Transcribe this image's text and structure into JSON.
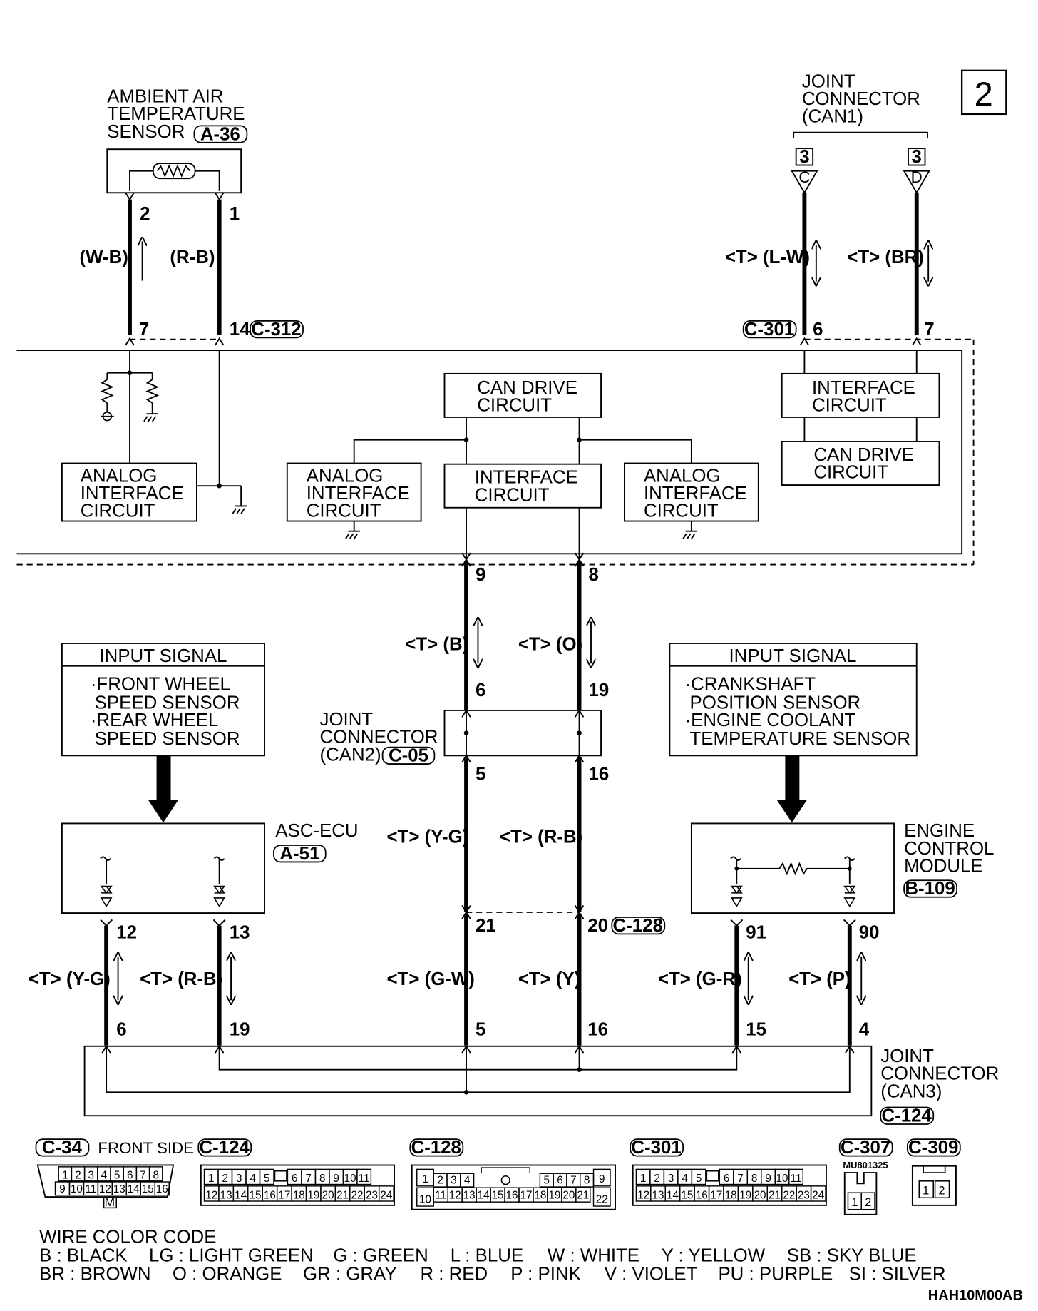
{
  "page_number": "2",
  "drawing_code": "HAH10M00AB",
  "ambient_sensor": {
    "line1": "AMBIENT AIR",
    "line2": "TEMPERATURE",
    "line3": "SENSOR",
    "connector": "A-36",
    "pin_left": "2",
    "pin_right": "1",
    "wire_left": "(W-B)",
    "wire_right": "(R-B)"
  },
  "c312": {
    "pin_left": "7",
    "pin_right": "14",
    "connector": "C-312"
  },
  "can1": {
    "line1": "JOINT",
    "line2": "CONNECTOR",
    "line3": "(CAN1)",
    "marker_left_num": "3",
    "marker_left_letter": "C",
    "marker_right_num": "3",
    "marker_right_letter": "D",
    "wire_left": "<T> (L-W)",
    "wire_right": "<T> (BR)"
  },
  "c301_top": {
    "connector": "C-301",
    "pin_left": "6",
    "pin_right": "7"
  },
  "boxes": {
    "can_drive_center": {
      "line1": "CAN DRIVE",
      "line2": "CIRCUIT"
    },
    "interface_center": {
      "line1": "INTERFACE",
      "line2": "CIRCUIT"
    },
    "interface_right": {
      "line1": "INTERFACE",
      "line2": "CIRCUIT"
    },
    "can_drive_right": {
      "line1": "CAN DRIVE",
      "line2": "CIRCUIT"
    },
    "analog_left": {
      "line1": "ANALOG",
      "line2": "INTERFACE",
      "line3": "CIRCUIT"
    },
    "analog_mid_left": {
      "line1": "ANALOG",
      "line2": "INTERFACE",
      "line3": "CIRCUIT"
    },
    "analog_mid_right": {
      "line1": "ANALOG",
      "line2": "INTERFACE",
      "line3": "CIRCUIT"
    }
  },
  "center_pins": {
    "top_left": "9",
    "top_right": "8",
    "wire_left": "<T> (B)",
    "wire_right": "<T> (O)",
    "can2_top_left": "6",
    "can2_top_right": "19",
    "can2_bot_left": "5",
    "can2_bot_right": "16",
    "wire_mid_left": "<T> (Y-G)",
    "wire_mid_right": "<T> (R-B)",
    "c128_left": "21",
    "c128_right": "20",
    "c128_connector": "C-128",
    "wire_low_left": "<T> (G-W)",
    "wire_low_right": "<T> (Y)",
    "can3_left": "5",
    "can3_right": "16"
  },
  "can2": {
    "line1": "JOINT",
    "line2": "CONNECTOR",
    "line3": "(CAN2)",
    "connector": "C-05"
  },
  "input_left": {
    "header": "INPUT SIGNAL",
    "line1": "·FRONT WHEEL",
    "line2": "SPEED SENSOR",
    "line3": "·REAR WHEEL",
    "line4": "SPEED SENSOR"
  },
  "input_right": {
    "header": "INPUT SIGNAL",
    "line1": "·CRANKSHAFT",
    "line2": "POSITION SENSOR",
    "line3": "·ENGINE COOLANT",
    "line4": "TEMPERATURE SENSOR"
  },
  "asc_ecu": {
    "name": "ASC-ECU",
    "connector": "A-51",
    "pin_left": "12",
    "pin_right": "13",
    "wire_left": "<T> (Y-G)",
    "wire_right": "<T> (R-B)",
    "can3_left": "6",
    "can3_right": "19"
  },
  "ecm": {
    "line1": "ENGINE",
    "line2": "CONTROL",
    "line3": "MODULE",
    "connector": "B-109",
    "pin_left": "91",
    "pin_right": "90",
    "wire_left": "<T> (G-R)",
    "wire_right": "<T> (P)",
    "can3_left": "15",
    "can3_right": "4"
  },
  "can3": {
    "line1": "JOINT",
    "line2": "CONNECTOR",
    "line3": "(CAN3)",
    "connector": "C-124"
  },
  "connector_views": {
    "c34": {
      "label": "C-34",
      "side": "FRONT SIDE",
      "row1": [
        "1",
        "2",
        "3",
        "4",
        "5",
        "6",
        "7",
        "8"
      ],
      "row2": [
        "9",
        "10",
        "11",
        "12",
        "13",
        "14",
        "15",
        "16"
      ],
      "key": "M"
    },
    "c124": {
      "label": "C-124",
      "row1": [
        "1",
        "2",
        "3",
        "4",
        "5",
        "",
        "6",
        "7",
        "8",
        "9",
        "10",
        "11"
      ],
      "row2": [
        "12",
        "13",
        "14",
        "15",
        "16",
        "17",
        "18",
        "19",
        "20",
        "21",
        "22",
        "23",
        "24"
      ]
    },
    "c128": {
      "label": "C-128",
      "row1": [
        "1",
        "2",
        "3",
        "4",
        "",
        "5",
        "6",
        "7",
        "8",
        "9"
      ],
      "row2": [
        "10",
        "11",
        "12",
        "13",
        "14",
        "15",
        "16",
        "17",
        "18",
        "19",
        "20",
        "21",
        "22"
      ]
    },
    "c301": {
      "label": "C-301",
      "row1": [
        "1",
        "2",
        "3",
        "4",
        "5",
        "",
        "6",
        "7",
        "8",
        "9",
        "10",
        "11"
      ],
      "row2": [
        "12",
        "13",
        "14",
        "15",
        "16",
        "17",
        "18",
        "19",
        "20",
        "21",
        "22",
        "23",
        "24"
      ]
    },
    "c307": {
      "label": "C-307",
      "part": "MU801325",
      "pins": [
        "1",
        "2"
      ]
    },
    "c309": {
      "label": "C-309",
      "pins": [
        "1",
        "2"
      ]
    }
  },
  "wire_color_code": {
    "title": "WIRE COLOR CODE",
    "row1": [
      "B : BLACK",
      "LG : LIGHT GREEN",
      "G : GREEN",
      "L : BLUE",
      "W : WHITE",
      "Y : YELLOW",
      "SB : SKY BLUE"
    ],
    "row2": [
      "BR : BROWN",
      "O : ORANGE",
      "GR : GRAY",
      "R : RED",
      "P : PINK",
      "V : VIOLET",
      "PU : PURPLE",
      "SI : SILVER"
    ]
  }
}
